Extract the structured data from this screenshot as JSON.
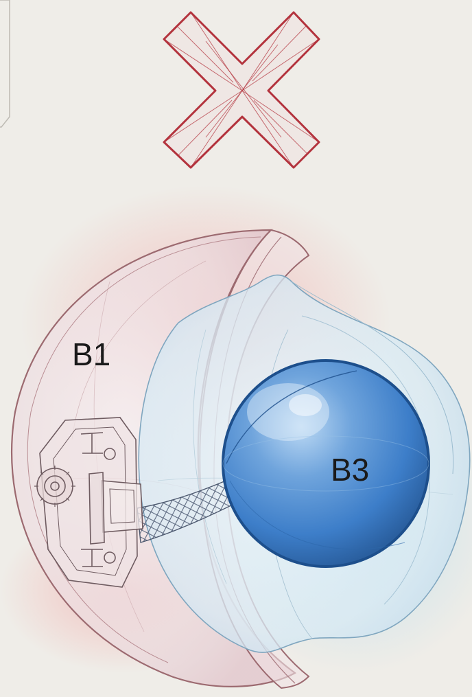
{
  "labels": {
    "outer_shell": "B1",
    "inner_sphere": "B3"
  },
  "icons": {
    "top_mark": "cross-x-icon",
    "left_edge_shape": "partial-panel-outline",
    "mechanism": "gear-hinge-mechanism"
  },
  "colors": {
    "background": "#efede8",
    "cross_stroke": "#b3333d",
    "shell_stroke": "#9c6a70",
    "sphere_fill": "#3d7ec9",
    "sphere_edge": "#1d4f8c",
    "label_text": "#1a1a1a"
  }
}
